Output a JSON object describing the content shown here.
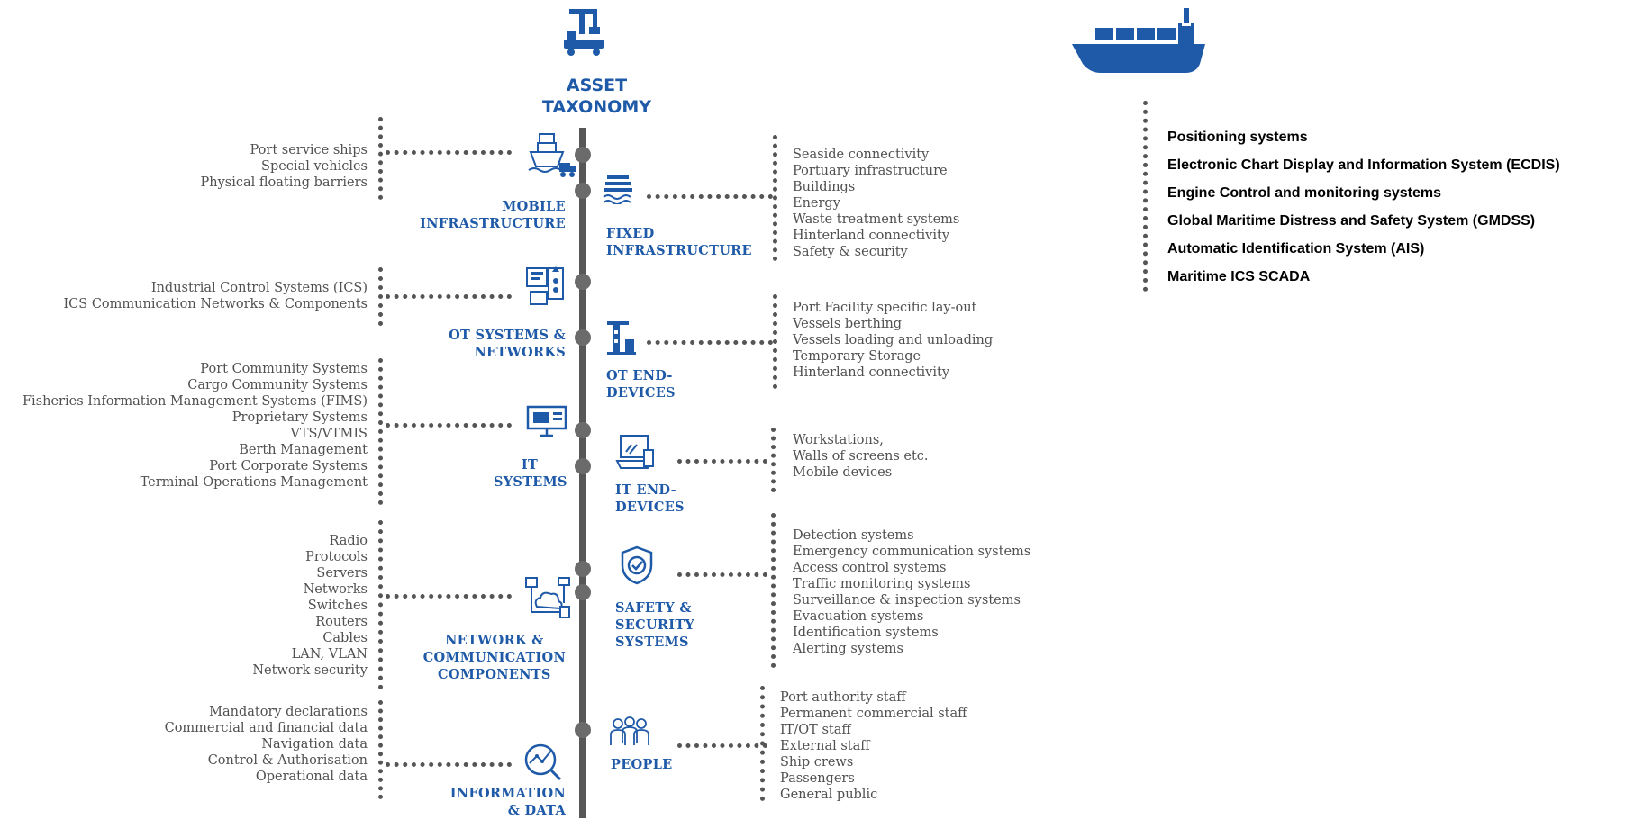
{
  "title": {
    "line1": "ASSET",
    "line2": "TAXONOMY"
  },
  "colors": {
    "accent": "#1f5aa8",
    "text": "#505050",
    "spine": "#575757"
  },
  "categories": {
    "mobile": {
      "line1": "MOBILE",
      "line2": "INFRASTRUCTURE",
      "icon": "port-ship-truck-icon"
    },
    "fixed": {
      "line1": "FIXED",
      "line2": "INFRASTRUCTURE",
      "icon": "pier-icon"
    },
    "ot_systems": {
      "line1": "OT SYSTEMS &",
      "line2": "NETWORKS",
      "icon": "control-panel-icon"
    },
    "ot_end": {
      "line1": "OT END-",
      "line2": "DEVICES",
      "icon": "lighthouse-crane-icon"
    },
    "it_systems": {
      "line1": "IT",
      "line2": "SYSTEMS",
      "icon": "computer-server-icon"
    },
    "it_end": {
      "line1": "IT END-",
      "line2": "DEVICES",
      "icon": "devices-icon"
    },
    "network": {
      "line1": "NETWORK &",
      "line2": "COMMUNICATION",
      "line3": "COMPONENTS",
      "icon": "network-cloud-icon"
    },
    "safety": {
      "line1": "SAFETY &",
      "line2": "SECURITY",
      "line3": "SYSTEMS",
      "icon": "shield-check-icon"
    },
    "people": {
      "line1": "PEOPLE",
      "icon": "people-group-icon"
    },
    "info": {
      "line1": "INFORMATION",
      "line2": "& DATA",
      "icon": "data-magnifier-icon"
    }
  },
  "lists": {
    "mobile": [
      "Port service ships",
      "Special vehicles",
      "Physical floating barriers"
    ],
    "fixed": [
      "Seaside connectivity",
      "Portuary infrastructure",
      "Buildings",
      "Energy",
      "Waste treatment systems",
      "Hinterland connectivity",
      "Safety & security"
    ],
    "ot_systems": [
      "Industrial Control Systems (ICS)",
      "ICS Communication Networks & Components"
    ],
    "ot_end": [
      "Port Facility specific lay-out",
      "Vessels berthing",
      "Vessels loading and unloading",
      "Temporary Storage",
      "Hinterland connectivity"
    ],
    "it_systems": [
      "Port Community Systems",
      "Cargo Community Systems",
      "Fisheries Information Management Systems (FIMS)",
      "Proprietary Systems",
      "VTS/VTMIS",
      "Berth Management",
      "Port Corporate Systems",
      "Terminal Operations Management"
    ],
    "it_end": [
      "Workstations,",
      "Walls of screens etc.",
      "Mobile devices"
    ],
    "network": [
      "Radio",
      "Protocols",
      "Servers",
      "Networks",
      "Switches",
      "Routers",
      "Cables",
      "LAN, VLAN",
      "Network security"
    ],
    "safety": [
      "Detection systems",
      "Emergency communication systems",
      "Access control systems",
      "Traffic monitoring systems",
      "Surveillance &  inspection systems",
      "Evacuation systems",
      "Identification systems",
      "Alerting systems"
    ],
    "info": [
      "Mandatory declarations",
      "Commercial and financial data",
      "Navigation data",
      "Control & Authorisation",
      "Operational data"
    ],
    "people": [
      "Port authority staff",
      "Permanent commercial staff",
      "IT/OT staff",
      "External staff",
      "Ship crews",
      "Passengers",
      "General public"
    ]
  },
  "ship_systems": {
    "icon": "cargo-ship-icon",
    "items": [
      "Positioning systems",
      "Electronic Chart Display and Information System (ECDIS)",
      "Engine Control and monitoring systems",
      "Global Maritime Distress and Safety System (GMDSS)",
      "Automatic Identification System (AIS)",
      "Maritime ICS SCADA"
    ]
  },
  "top_icon": "port-crane-icon"
}
